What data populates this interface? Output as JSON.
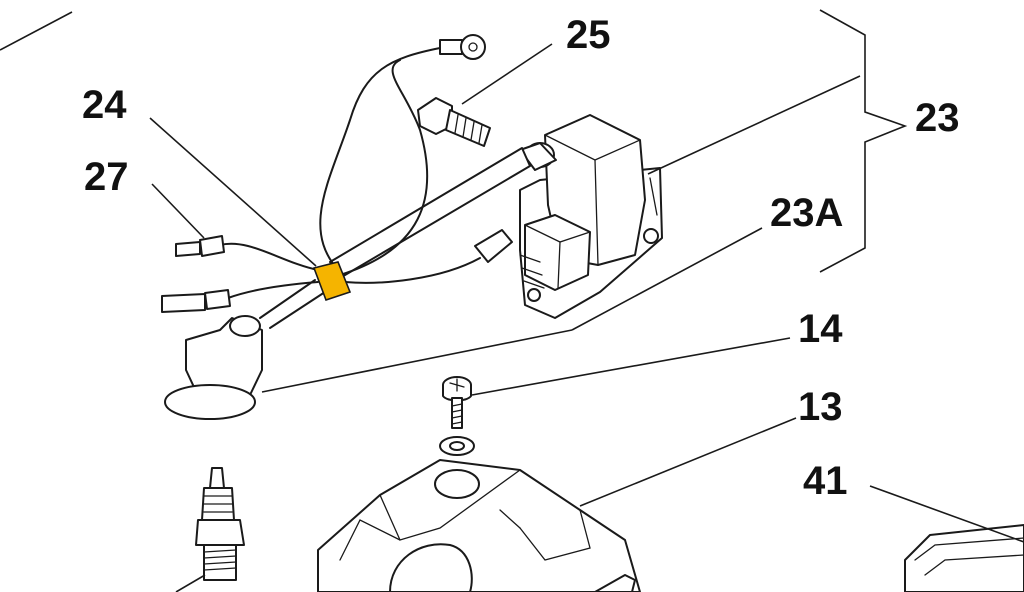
{
  "diagram": {
    "callouts": [
      {
        "id": "25",
        "text": "25"
      },
      {
        "id": "24",
        "text": "24"
      },
      {
        "id": "27",
        "text": "27"
      },
      {
        "id": "23",
        "text": "23"
      },
      {
        "id": "23a",
        "text": "23A"
      },
      {
        "id": "14",
        "text": "14"
      },
      {
        "id": "13",
        "text": "13"
      },
      {
        "id": "41",
        "text": "41"
      }
    ],
    "colors": {
      "line": "#1a1a1a",
      "highlight_clip": "#f5b400",
      "background": "#ffffff"
    }
  }
}
